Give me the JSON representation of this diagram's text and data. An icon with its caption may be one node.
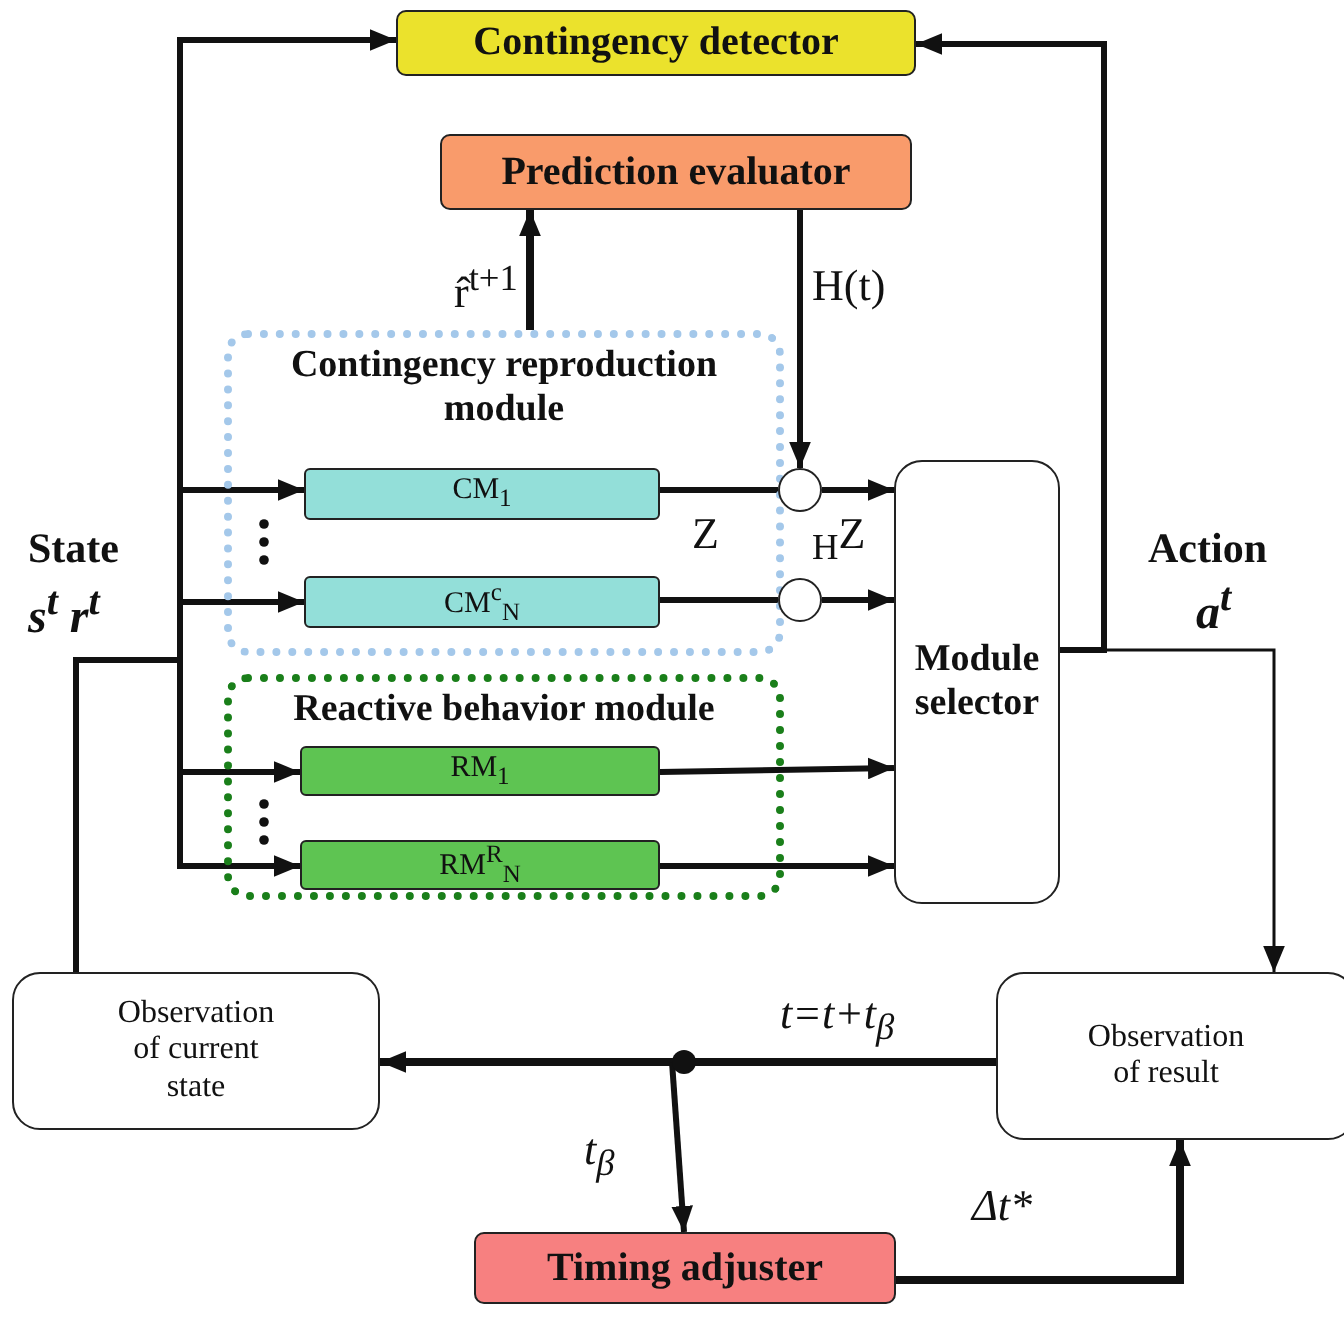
{
  "diagram": {
    "nodes": [
      {
        "text": [
          "Contingency detector"
        ]
      },
      {
        "text": [
          "Prediction evaluator"
        ]
      },
      {
        "text": [
          "Contingency reproduction module"
        ]
      },
      {
        "text": [
          "CM$_{1}$"
        ],
        "in": 2
      },
      {
        "text": [
          "CM$^{c}$$_{N}$"
        ],
        "in": 2
      },
      {
        "text": [],
        "shape": "circle"
      },
      {
        "text": [],
        "shape": "circle"
      },
      {
        "text": [
          "Reactive behavior module"
        ]
      },
      {
        "text": [
          "RM$_{1}$"
        ],
        "in": 7
      },
      {
        "text": [
          "RM$^{R}$$_{N}$"
        ],
        "in": 7
      },
      {
        "text": [
          "Module selector"
        ]
      },
      {
        "text": [
          "Observation of current state"
        ]
      },
      {
        "text": [
          "Observation of result"
        ]
      },
      {
        "text": [
          "Timing adjuster"
        ]
      },
      {
        "text": [],
        "shape": "circle"
      }
    ],
    "edges": [
      {
        "from": 11,
        "to": 0,
        "arrow": "to"
      },
      {
        "from": 11,
        "to": 3,
        "arrow": "to"
      },
      {
        "from": 11,
        "to": 4,
        "arrow": "to"
      },
      {
        "from": 11,
        "to": 8,
        "arrow": "to"
      },
      {
        "from": 11,
        "to": 9,
        "arrow": "to"
      },
      {
        "from": 2,
        "to": 1,
        "arrow": "to",
        "label": "r̂$^{t+1}$"
      },
      {
        "from": 1,
        "to": 5,
        "arrow": "to",
        "label": "H(t)"
      },
      {
        "from": 3,
        "to": 5,
        "arrow": "none",
        "label": "Z"
      },
      {
        "from": 5,
        "to": 10,
        "arrow": "to",
        "label": "$_{H}$Z"
      },
      {
        "from": 4,
        "to": 6,
        "arrow": "none"
      },
      {
        "from": 6,
        "to": 10,
        "arrow": "to"
      },
      {
        "from": 8,
        "to": 10,
        "arrow": "to"
      },
      {
        "from": 9,
        "to": 10,
        "arrow": "to"
      },
      {
        "from": 10,
        "to": 0,
        "arrow": "to"
      },
      {
        "from": 10,
        "to": 12,
        "arrow": "to"
      },
      {
        "from": 12,
        "to": 14,
        "arrow": "none",
        "label": "t=t+t$_{β}$"
      },
      {
        "from": 14,
        "to": 11,
        "arrow": "to"
      },
      {
        "from": 14,
        "to": 13,
        "arrow": "to",
        "label": "t$_{β}$"
      },
      {
        "from": 13,
        "to": 12,
        "arrow": "to",
        "label": "Δt*"
      }
    ],
    "labels": [
      "State",
      "s$^{t}$ r$^{t}$",
      "Action",
      "a$^{t}$"
    ]
  }
}
